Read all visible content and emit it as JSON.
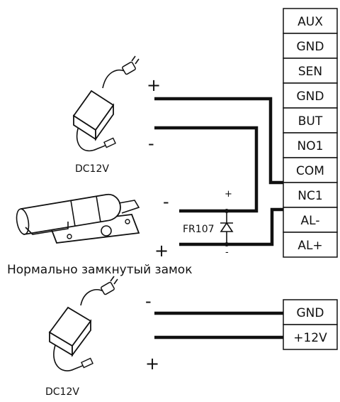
{
  "terminal_block_main": [
    "AUX",
    "GND",
    "SEN",
    "GND",
    "BUT",
    "NO1",
    "COM",
    "NC1",
    "AL-",
    "AL+"
  ],
  "terminal_block_power": [
    "GND",
    "+12V"
  ],
  "adapter_top": {
    "label": "DC12V",
    "plus": "+",
    "minus": "-"
  },
  "adapter_bottom": {
    "label": "DC12V",
    "plus": "+",
    "minus": "-"
  },
  "lock": {
    "caption": "Нормально замкнутый замок",
    "minus": "-",
    "plus": "+"
  },
  "diode": {
    "label": "FR107",
    "plus": "+",
    "minus": "-"
  }
}
